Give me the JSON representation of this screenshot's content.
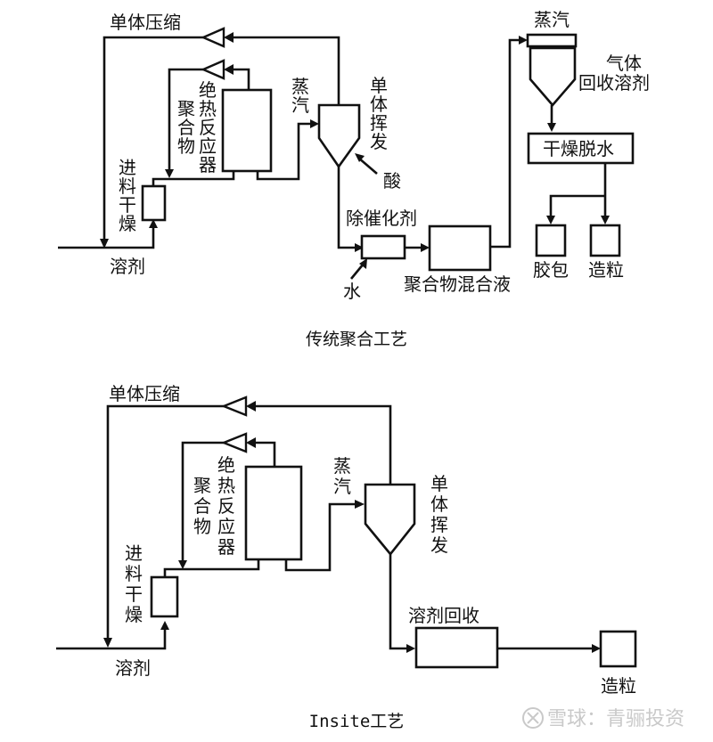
{
  "traditional": {
    "caption": "传统聚合工艺",
    "labels": {
      "monomer_compression": "单体压缩",
      "adiabatic_reactor": [
        "绝",
        "热",
        "反",
        "应",
        "器"
      ],
      "polymer": [
        "聚",
        "合",
        "物"
      ],
      "feed_drying": [
        "进",
        "料",
        "干",
        "燥"
      ],
      "solvent": "溶剂",
      "steam_left": [
        "蒸",
        "汽"
      ],
      "monomer_flash": [
        "单",
        "体",
        "挥",
        "发"
      ],
      "acid": "酸",
      "catalyst_removal": "除催化剂",
      "water": "水",
      "polymer_mixture": "聚合物混合液",
      "steam_top": "蒸汽",
      "gas_recovery_line1": "气体",
      "gas_recovery_line2": "回收溶剂",
      "dry_dewater": "干燥脱水",
      "bale": "胶包",
      "pelletize": "造粒"
    }
  },
  "insite": {
    "caption": "Insite工艺",
    "labels": {
      "monomer_compression": "单体压缩",
      "adiabatic_reactor": [
        "绝",
        "热",
        "反",
        "应",
        "器"
      ],
      "polymer": [
        "聚",
        "合",
        "物"
      ],
      "feed_drying": [
        "进",
        "料",
        "干",
        "燥"
      ],
      "solvent": "溶剂",
      "steam": [
        "蒸",
        "汽"
      ],
      "monomer_flash": [
        "单",
        "体",
        "挥",
        "发"
      ],
      "solvent_recovery": "溶剂回收",
      "pelletize": "造粒"
    }
  },
  "watermark": {
    "icon": "snowball-logo-icon",
    "text": "雪球：青骊投资"
  }
}
